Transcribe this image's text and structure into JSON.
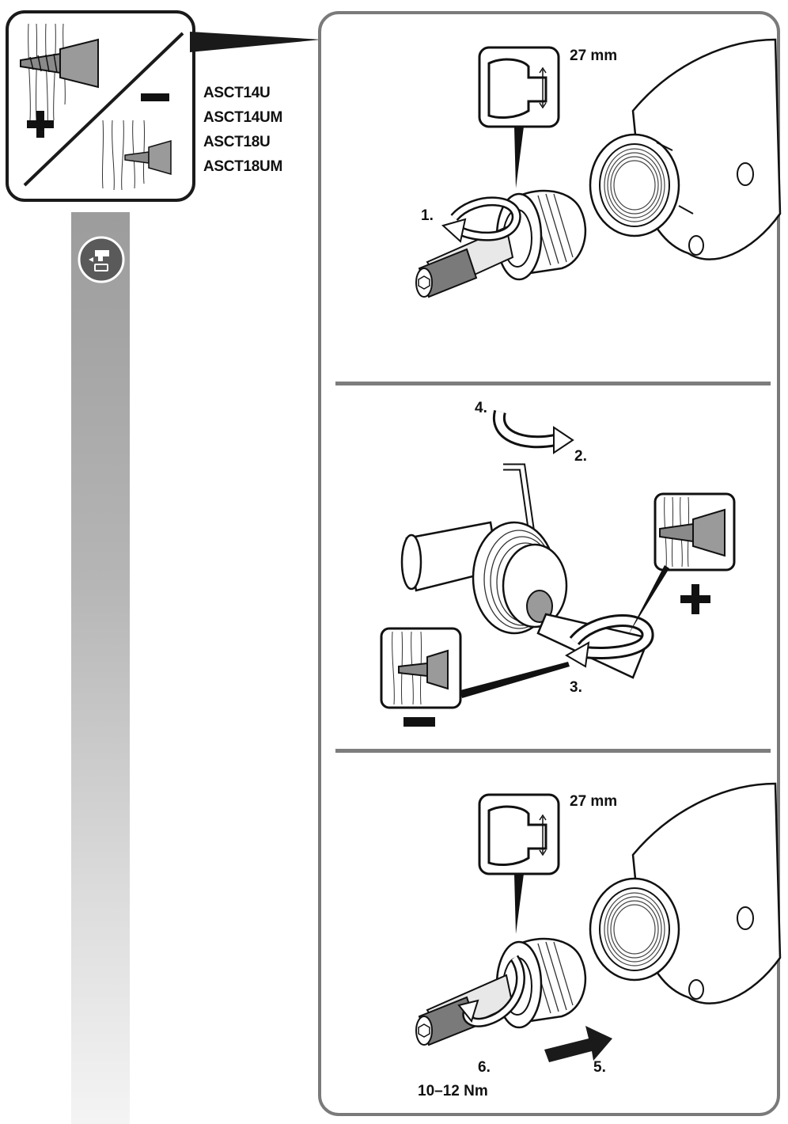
{
  "models": [
    "ASCT14U",
    "ASCT14UM",
    "ASCT18U",
    "ASCT18UM"
  ],
  "symbols": {
    "plus": "plus-icon",
    "minus": "minus-icon",
    "screw": "screw-icon",
    "wrench": "wrench-icon",
    "tool_badge": "tool-battery-icon"
  },
  "panel1": {
    "wrench_size": "27 mm",
    "step1": "1."
  },
  "panel2": {
    "step4": "4.",
    "step2": "2.",
    "step3": "3."
  },
  "panel3": {
    "wrench_size": "27 mm",
    "step6": "6.",
    "step5": "5.",
    "torque": "10–12 Nm"
  }
}
